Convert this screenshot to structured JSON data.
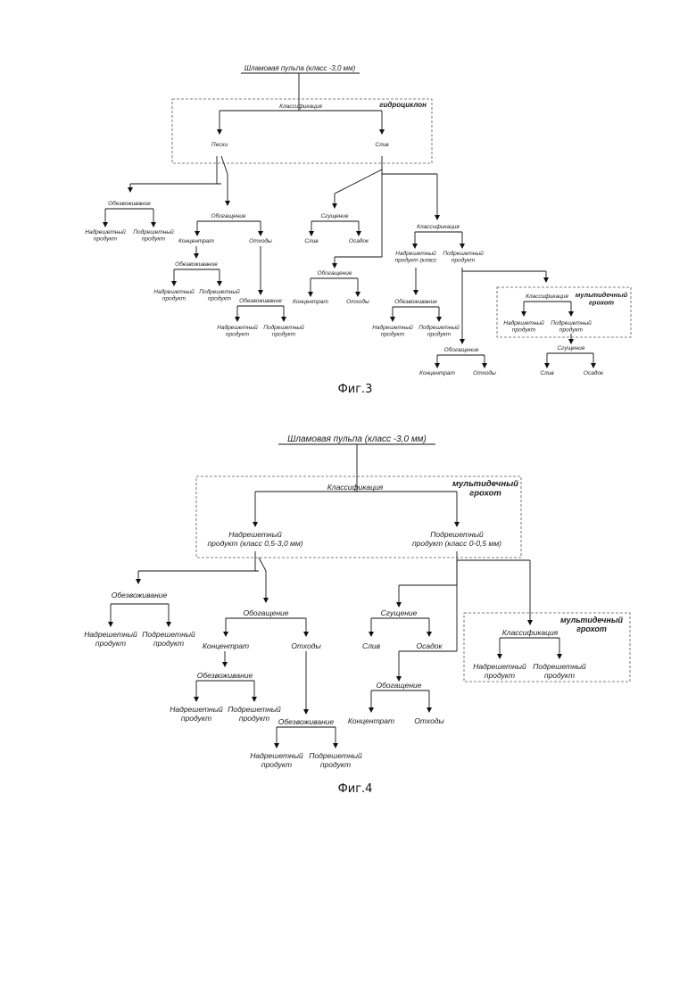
{
  "fig3": {
    "caption": "Фиг.3",
    "root": "Шламовая пульпа (класс -3,0 мм)",
    "hydrocyclone": "гидроциклон",
    "classification": "Классификация",
    "sands": "Пески",
    "drain": "Слив",
    "left": {
      "dewatering": "Обезвоживание",
      "over": "Надрешетный продукт",
      "under": "Подрешетный продукт",
      "enrichment": "Обогащение",
      "concentrate": "Концентрат",
      "tailings": "Отходы",
      "dewatering2": "Обезвоживание",
      "over2": "Надрешетный продукт",
      "under2": "Подрешетный продукт",
      "dewatering3": "Обезвоживание",
      "over3": "Надрешетный продукт",
      "under3": "Подрешетный продукт"
    },
    "mid": {
      "thickening": "Сгущение",
      "drain": "Слив",
      "sediment": "Осадок",
      "enrichment": "Обогащение",
      "concentrate": "Концентрат",
      "tailings": "Отходы"
    },
    "right": {
      "classification": "Классификация",
      "over": "Надрешетный продукт (класс",
      "under": "Подрешетный продукт",
      "dewatering": "Обезвоживание",
      "over2": "Надрешетный продукт",
      "under2": "Подрешетный продукт",
      "enrichment": "Обогащение",
      "concentrate": "Концентрат",
      "tailings": "Отходы"
    },
    "multi": {
      "title": "мультидечный грохот",
      "classification": "Классификация",
      "over": "Надрешетный продукт",
      "under": "Подрешетный продукт",
      "thickening": "Сгущение",
      "drain": "Слив",
      "sediment": "Осадок"
    }
  },
  "fig4": {
    "caption": "Фиг.4",
    "root": "Шламовая пульпа (класс -3,0 мм)",
    "screen": "мультидечный грохот",
    "classification": "Классификация",
    "over": "Надрешетный продукт (класс 0,5-3,0 мм)",
    "under": "Подрешетный продукт (класс 0-0,5 мм)",
    "left": {
      "dewatering": "Обезвоживание",
      "over": "Надрешетный продукт",
      "under": "Подрешетный продукт",
      "enrichment": "Обогащение",
      "concentrate": "Концентрат",
      "tailings": "Отходы",
      "dewatering2": "Обезвоживание",
      "over2": "Надрешетный продукт",
      "under2": "Подрешетный продукт",
      "dewatering3": "Обезвоживание",
      "over3": "Надрешетный продукт",
      "under3": "Подрешетный продукт"
    },
    "mid": {
      "thickening": "Сгущение",
      "drain": "Слив",
      "sediment": "Осадок",
      "enrichment": "Обогащение",
      "concentrate": "Концентрат",
      "tailings": "Отходы"
    },
    "multi": {
      "title": "мультидечный грохот",
      "classification": "Классификация",
      "over": "Надрешетный продукт",
      "under": "Подрешетный продукт"
    }
  }
}
